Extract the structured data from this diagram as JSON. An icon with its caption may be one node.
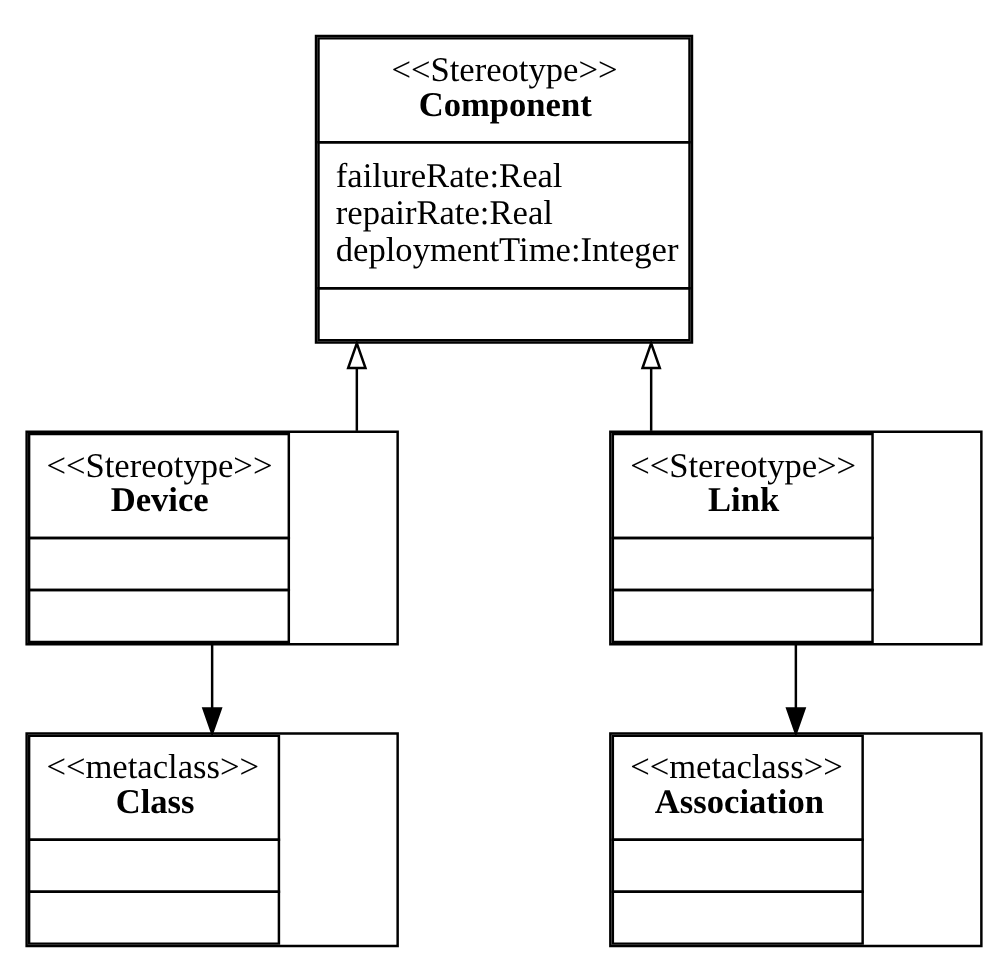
{
  "diagram": {
    "nodes": [
      {
        "text": [
          "<<Stereotype>>",
          "Component",
          "failureRate:Real repairRate:Real deploymentTime:Integer"
        ]
      },
      {
        "text": [
          "<<Stereotype>>",
          "Device"
        ]
      },
      {
        "text": [
          "<<Stereotype>>",
          "Link"
        ]
      },
      {
        "text": [
          "<<metaclass>>",
          "Class"
        ]
      },
      {
        "text": [
          "<<metaclass>>",
          "Association"
        ]
      }
    ],
    "edges": [
      {
        "from": 1,
        "to": 0,
        "arrow": "to"
      },
      {
        "from": 2,
        "to": 0,
        "arrow": "to"
      },
      {
        "from": 1,
        "to": 3,
        "arrow": "to"
      },
      {
        "from": 2,
        "to": 4,
        "arrow": "to"
      }
    ]
  }
}
